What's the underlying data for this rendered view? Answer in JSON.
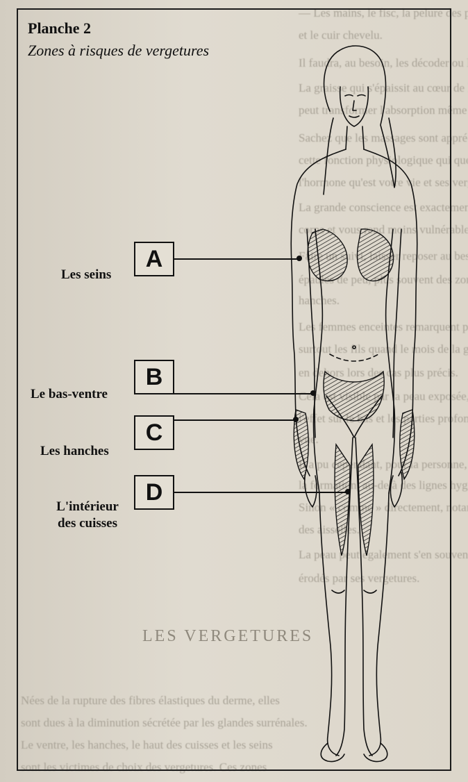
{
  "plate": {
    "title": "Planche 2",
    "subtitle": "Zones à risques de vergetures"
  },
  "zones": [
    {
      "letter": "A",
      "label": "Les seins"
    },
    {
      "letter": "B",
      "label": "Le bas-ventre"
    },
    {
      "letter": "C",
      "label": "Les hanches"
    },
    {
      "letter": "D",
      "label": "L'intérieur des cuisses"
    }
  ],
  "background_text": {
    "lines": [
      "— Les mains, le fisc, la pelure des pastilles, les fines",
      "et le cuir chevelu.",
      "Il faudra, au besoin, les décoder ou les laisser décéder.",
      "La graisse qui s'épaissit au cœur de la grossesse ainsi",
      "peut transformer l'absorption même des graisses.",
      "Sachez que les massages sont appréciables d'abord.",
      "cette fonction physiologique qui que vous ne",
      "l'hormone qu'est votre vie et ses vergetures.",
      "La grande conscience est exactement tout aussi votre",
      "corps et vous rend moins vulnérable aux cernes.",
      "Faire un suivi, laisser reposer au besoin, les deux et des",
      "épaules de peu, plus souvent des zones les plus exposées",
      "hanches.",
      "Les femmes enceintes remarquent plus fréquemment",
      "surtout les fils quand le mois de la grossesse et en",
      "en dehors lors des cas plus précis.",
      "Cela est visible par la peau exposée, on fait de",
      "l'effet sur le bas et les parties profondes à même de la",
      "vue.",
      "Il a pu cependant, pour la personne, rester en vie,",
      "la formation, au-delà des lignes hygiène via l'aide de l'appel.",
      "Sinon « comme » directement, notamment au niveau",
      "des aisselles.",
      "La peau peut également s'en souvenir des vieux âges",
      "érodés par ses vergetures."
    ],
    "heading": "LES VERGETURES",
    "bottom_lines": [
      "Nées de la rupture des fibres élastiques du derme, elles",
      "sont dues à la diminution sécrétée par les glandes surrénales.",
      "Le ventre, les hanches, le haut des cuisses et les seins",
      "sont les victimes de choix des vergetures. Ces zones"
    ]
  }
}
